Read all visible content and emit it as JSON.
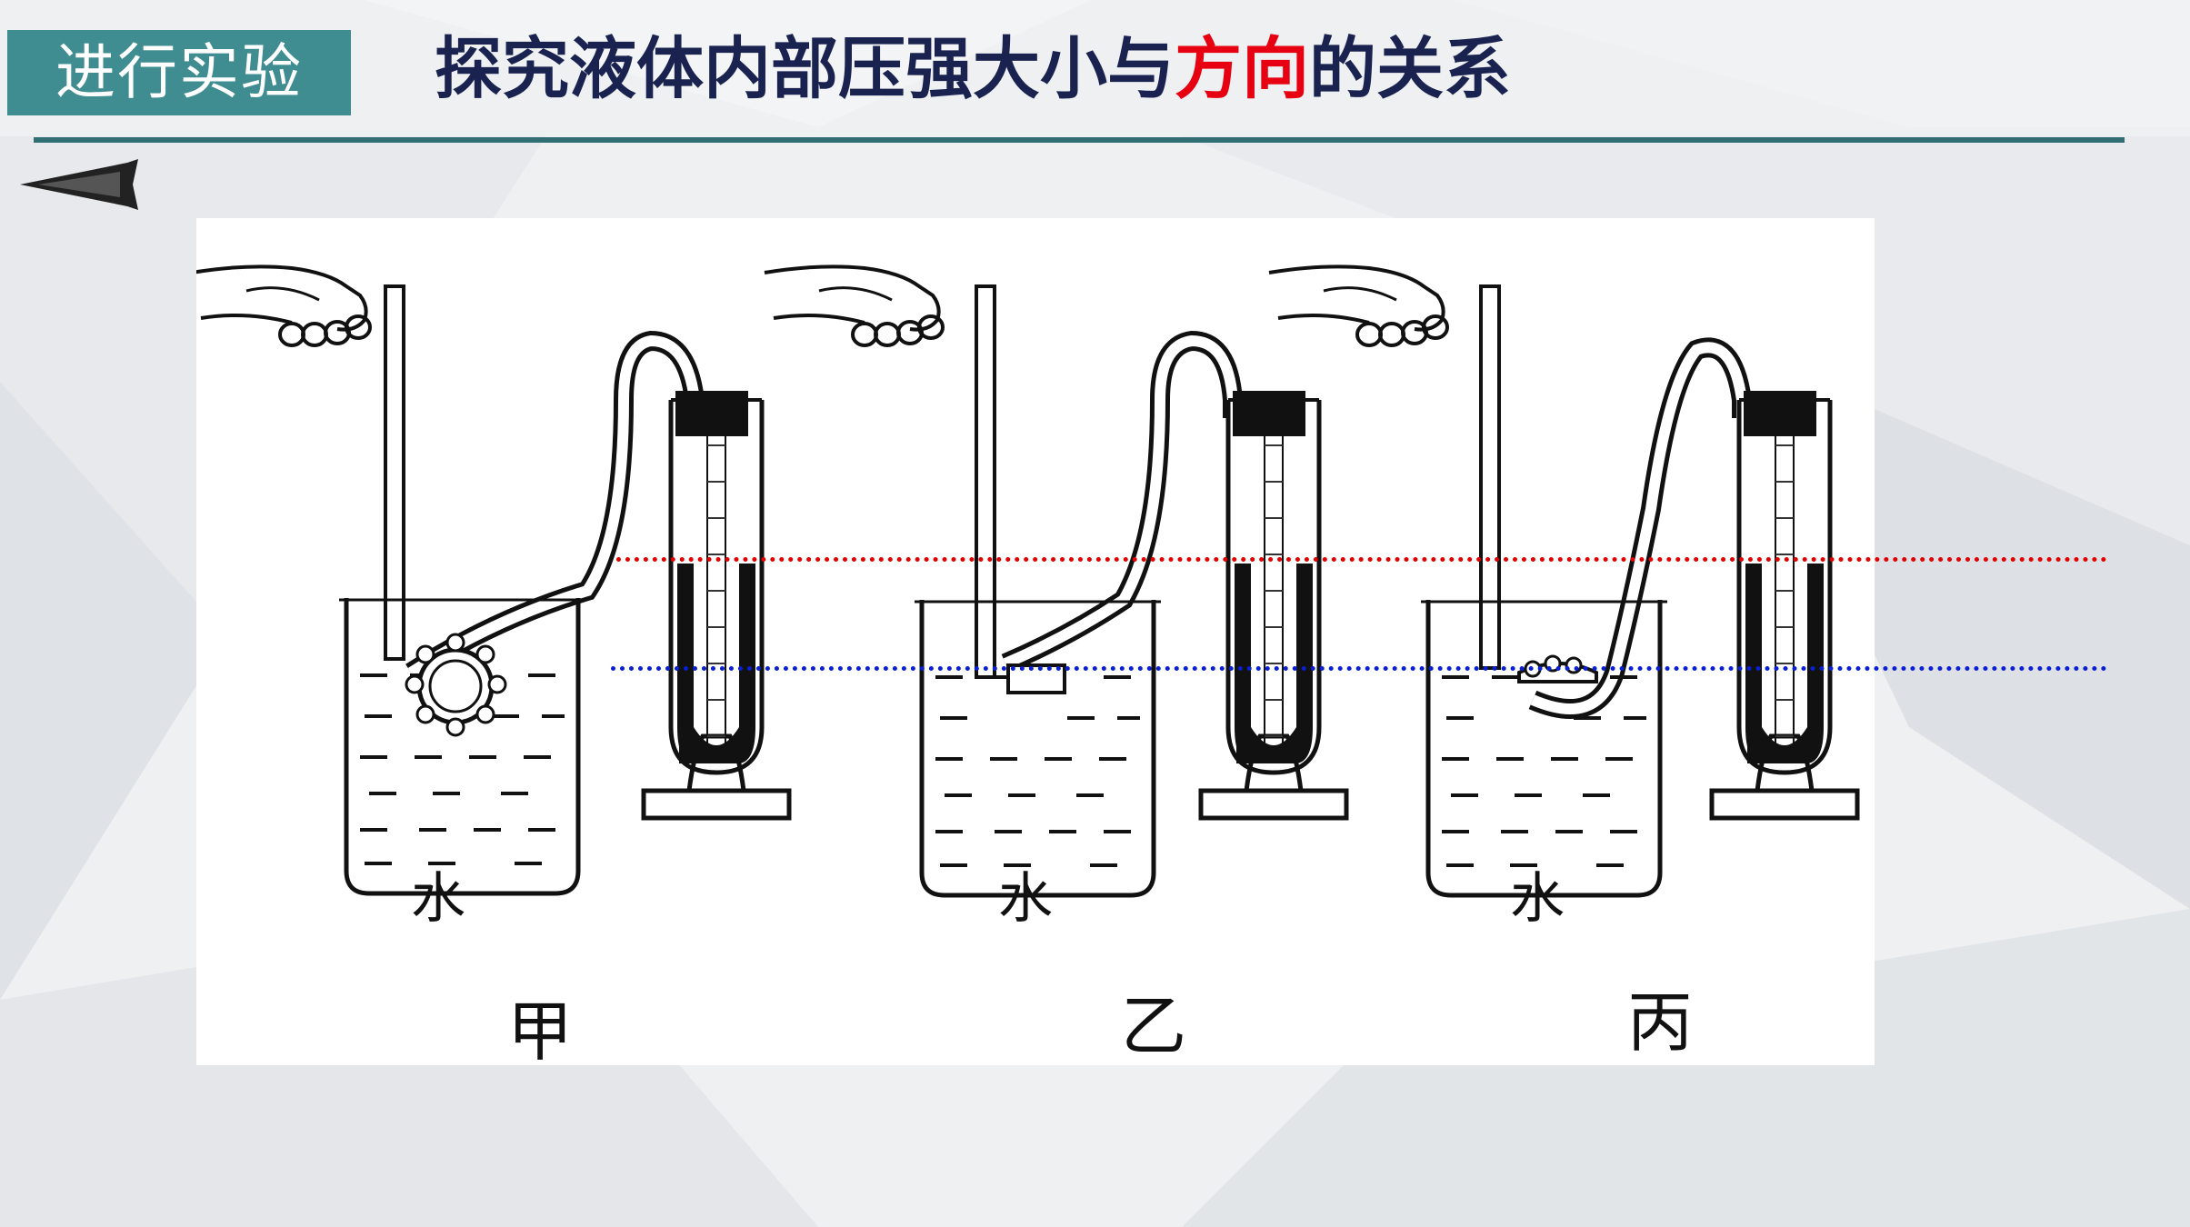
{
  "header": {
    "badge": "进行实验",
    "title_before": "探究液体内部压强大小与",
    "title_highlight": "方向",
    "title_after": "的关系"
  },
  "figure": {
    "panels": [
      {
        "id": "jia",
        "liquid_label": "水",
        "caption": "甲"
      },
      {
        "id": "yi",
        "liquid_label": "水",
        "caption": "乙"
      },
      {
        "id": "bing",
        "liquid_label": "水",
        "caption": "丙"
      }
    ]
  },
  "colors": {
    "badge_bg": "#3f8d90",
    "title": "#1a2350",
    "highlight": "#e60012",
    "rule": "#2f6e73",
    "upper_level_line": "#e00000",
    "lower_level_line": "#0a1fd0"
  },
  "icons": [
    "back-arrow-icon"
  ]
}
